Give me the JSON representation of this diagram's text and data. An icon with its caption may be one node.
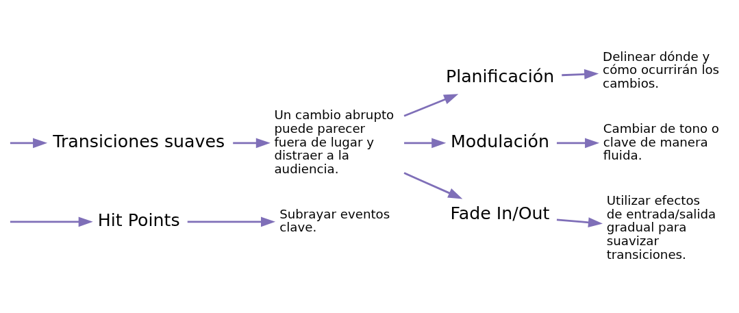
{
  "diagram": {
    "nodes": [
      {
        "text": [
          "Hit Points"
        ]
      },
      {
        "text": [
          "Subrayar eventos clave."
        ]
      },
      {
        "text": [
          "Transiciones suaves"
        ]
      },
      {
        "text": [
          "Un cambio abrupto puede parecer fuera de lugar y distraer a la audiencia."
        ]
      },
      {
        "text": [
          "Planificación"
        ]
      },
      {
        "text": [
          "Delinear dónde y cómo ocurrirán los cambios."
        ]
      },
      {
        "text": [
          "Modulación"
        ]
      },
      {
        "text": [
          "Cambiar de tono o clave de manera fluida."
        ]
      },
      {
        "text": [
          "Fade In/Out"
        ]
      },
      {
        "text": [
          "Utilizar efectos de entrada/salida gradual para suavizar transiciones."
        ]
      }
    ],
    "edges": [
      {
        "from": null,
        "to": 0,
        "arrow": "to"
      },
      {
        "from": null,
        "to": 2,
        "arrow": "to"
      },
      {
        "from": 0,
        "to": 1,
        "arrow": "to"
      },
      {
        "from": 2,
        "to": 3,
        "arrow": "to"
      },
      {
        "from": 3,
        "to": 4,
        "arrow": "to"
      },
      {
        "from": 3,
        "to": 6,
        "arrow": "to"
      },
      {
        "from": 3,
        "to": 8,
        "arrow": "to"
      },
      {
        "from": 4,
        "to": 5,
        "arrow": "to"
      },
      {
        "from": 6,
        "to": 7,
        "arrow": "to"
      },
      {
        "from": 8,
        "to": 9,
        "arrow": "to"
      }
    ]
  }
}
